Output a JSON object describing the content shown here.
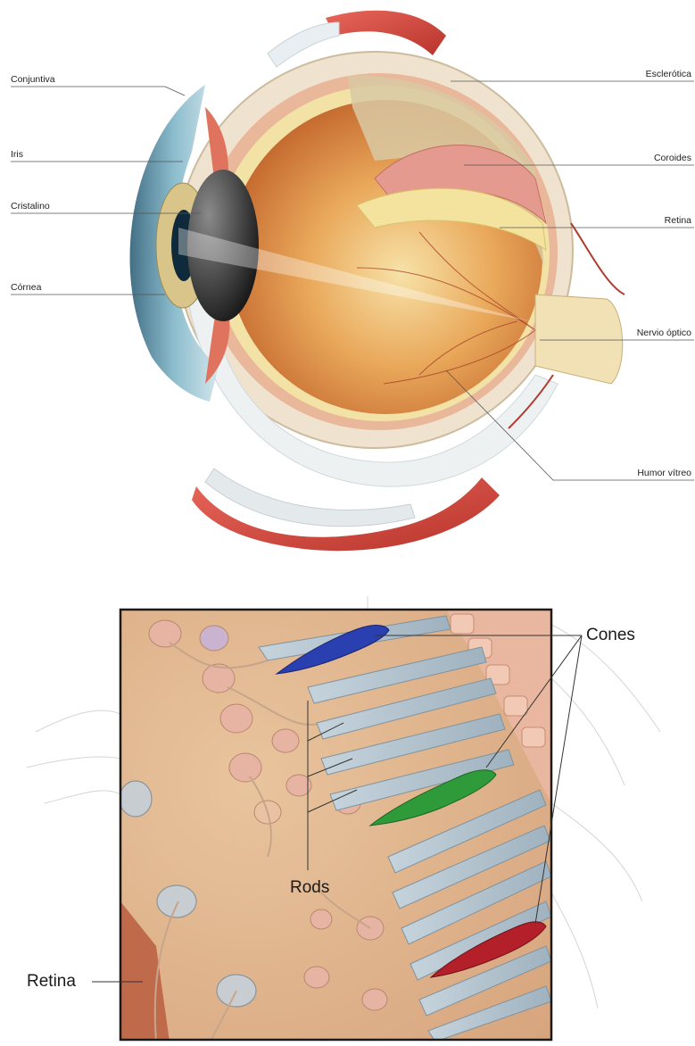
{
  "eye_diagram": {
    "labels_left": [
      {
        "id": "conjuntiva",
        "text": "Conjuntiva"
      },
      {
        "id": "iris",
        "text": "Iris"
      },
      {
        "id": "cristalino",
        "text": "Cristalino"
      },
      {
        "id": "cornea",
        "text": "Córnea"
      }
    ],
    "labels_right": [
      {
        "id": "esclerotica",
        "text": "Esclerótica"
      },
      {
        "id": "coroides",
        "text": "Coroides"
      },
      {
        "id": "retina",
        "text": "Retina"
      },
      {
        "id": "nervio_optico",
        "text": "Nervio óptico"
      },
      {
        "id": "humor_vitreo",
        "text": "Humor vítreo"
      }
    ]
  },
  "retina_diagram": {
    "cones_label": "Cones",
    "rods_label": "Rods",
    "retina_label": "Retina",
    "cone_colors": {
      "blue": "#2a3fb0",
      "green": "#2e9a3a",
      "red": "#b3202a"
    }
  }
}
